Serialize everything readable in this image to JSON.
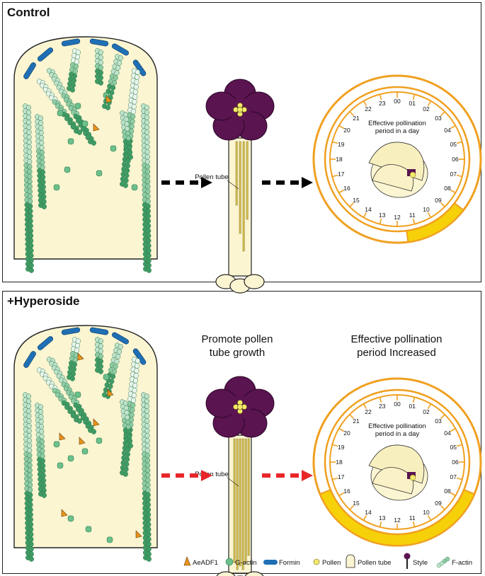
{
  "panels": {
    "control": {
      "title": "Control",
      "pollen_tube_label": "Pollen tube",
      "clock_label": "Effective pollination\nperiod in a day",
      "clock_hours": [
        "00",
        "01",
        "02",
        "03",
        "04",
        "05",
        "06",
        "07",
        "08",
        "09",
        "10",
        "11",
        "12",
        "13",
        "14",
        "15",
        "16",
        "17",
        "18",
        "19",
        "20",
        "21",
        "22",
        "23"
      ],
      "effective_window_hours": [
        9,
        11
      ],
      "arrow_color": "#000000"
    },
    "hyperoside": {
      "title": "+Hyperoside",
      "caption_middle": "Promote pollen\ntube growth",
      "caption_right": "Effective pollination\nperiod Increased",
      "pollen_tube_label": "Pollen tube",
      "clock_label": "Effective pollination\nperiod in a day",
      "clock_hours": [
        "00",
        "01",
        "02",
        "03",
        "04",
        "05",
        "06",
        "07",
        "08",
        "09",
        "10",
        "11",
        "12",
        "13",
        "14",
        "15",
        "16",
        "17",
        "18",
        "19",
        "20",
        "21",
        "22",
        "23"
      ],
      "effective_window_hours": [
        8,
        16
      ],
      "arrow_color": "#e8262a"
    }
  },
  "legend": [
    {
      "icon": "aeadf1-icon",
      "label": "AeADF1"
    },
    {
      "icon": "g-actin-icon",
      "label": "G-actin"
    },
    {
      "icon": "formin-icon",
      "label": "Formin"
    },
    {
      "icon": "pollen-icon",
      "label": "Pollen"
    },
    {
      "icon": "pollen-tube-icon",
      "label": "Pollen tube"
    },
    {
      "icon": "style-icon",
      "label": "Style"
    },
    {
      "icon": "f-actin-icon",
      "label": "F-actin"
    }
  ],
  "colors": {
    "cream": "#fbf5d2",
    "clock_orange": "#f0a020",
    "window_yellow": "#f6d10a",
    "formin_blue": "#1f6fb5",
    "flower_purple": "#5a1450",
    "actin_dark": "#3f9b64",
    "actin_light": "#bfe3cc",
    "aeadf1": "#e8931c"
  }
}
